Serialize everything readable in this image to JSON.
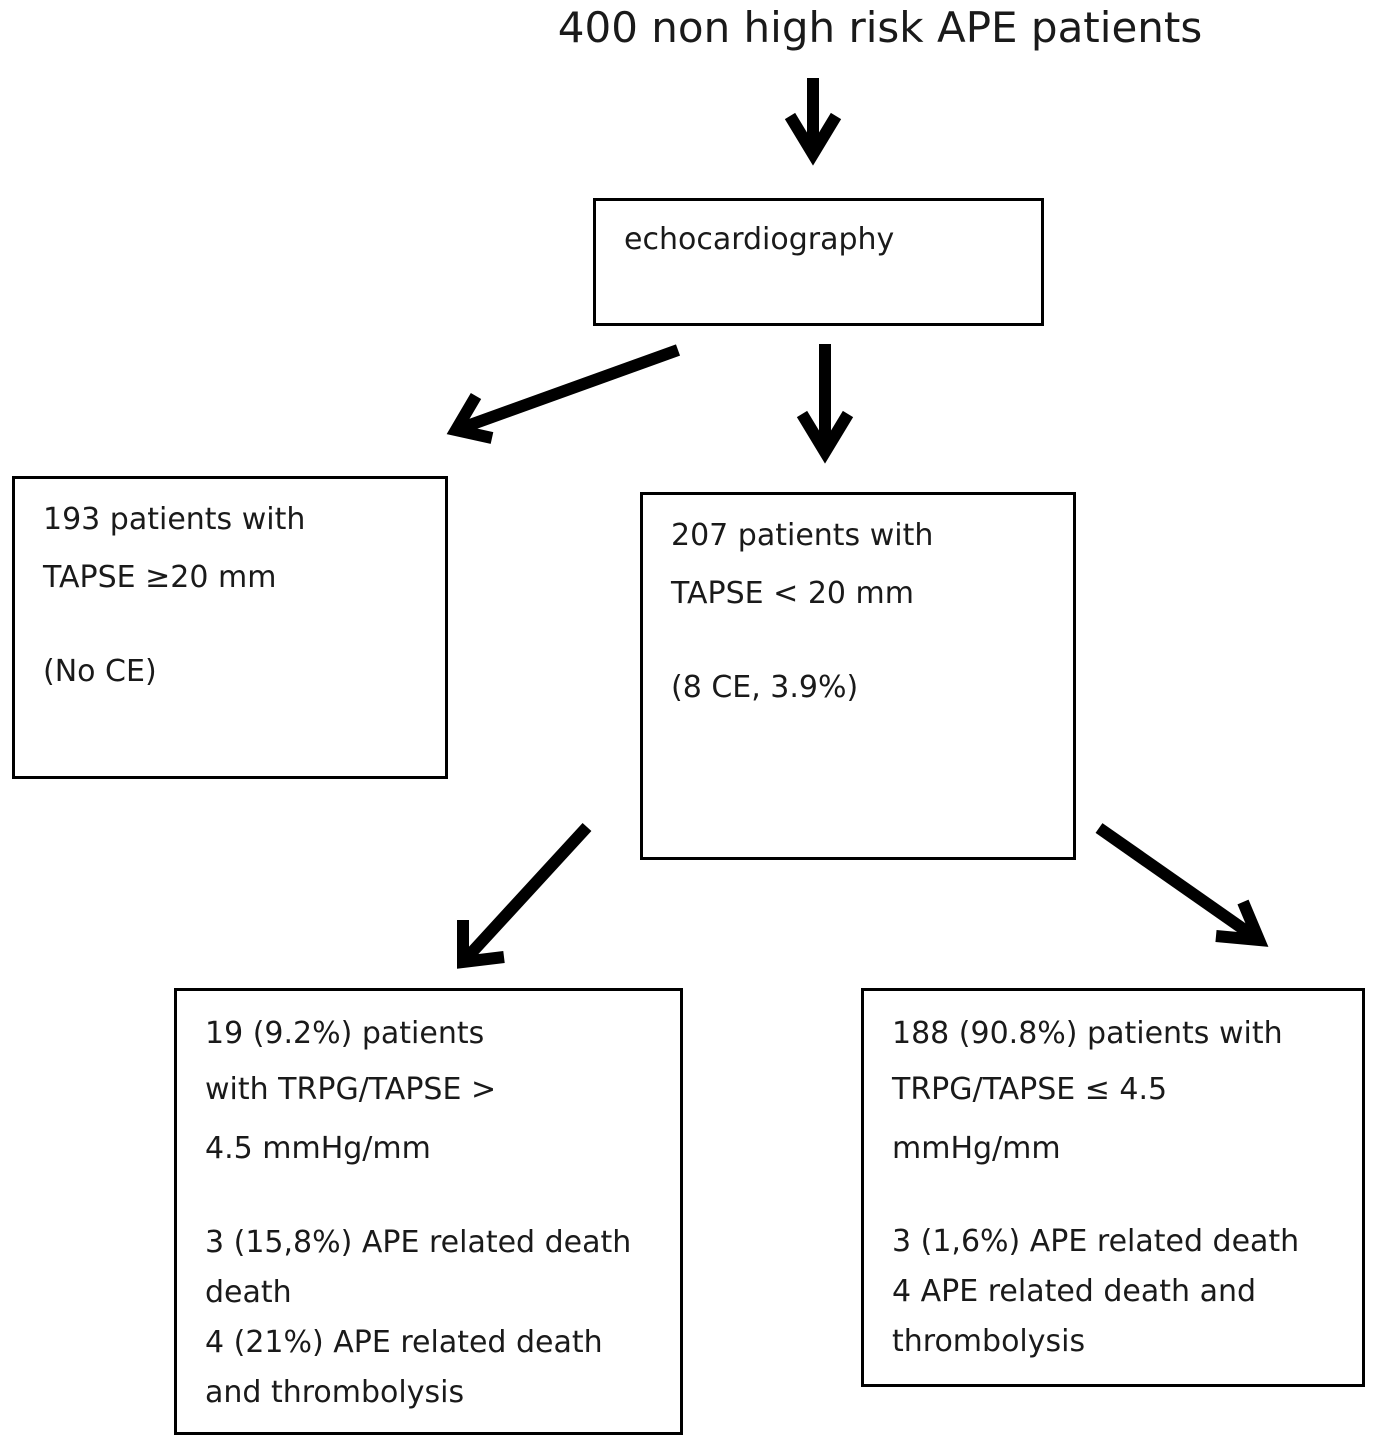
{
  "title": "400 non high risk APE patients",
  "echo_box": {
    "label": "echocardiography"
  },
  "left_box": {
    "line1": "193 patients with",
    "line2": "TAPSE ≥20 mm",
    "line3": "(No CE)"
  },
  "middle_box": {
    "line1": "207 patients with",
    "line2": "TAPSE < 20 mm",
    "line3": "(8 CE, 3.9%)"
  },
  "bottom_left_box": {
    "line1": "19 (9.2%) patients",
    "line2": "with TRPG/TAPSE >",
    "line3": "4.5 mmHg/mm",
    "line4": "3 (15,8%) APE related death",
    "line5": "death",
    "line6": "4 (21%)  APE related death",
    "line7": "and thrombolysis"
  },
  "bottom_right_box": {
    "line1": "188 (90.8%) patients with",
    "line2": "TRPG/TAPSE ≤  4.5",
    "line3": "mmHg/mm",
    "line4": "3 (1,6%) APE related death",
    "line5": "4 APE related death and",
    "line6": "thrombolysis"
  }
}
